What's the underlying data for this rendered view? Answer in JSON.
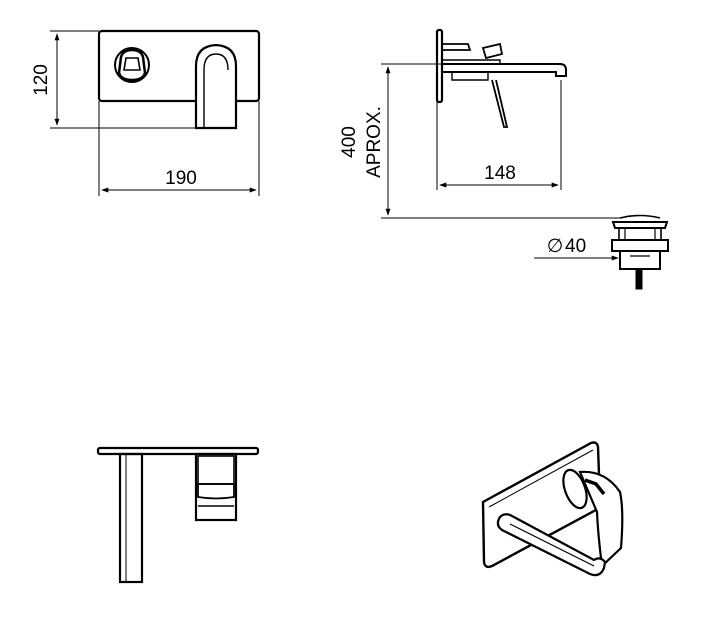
{
  "dimensions": {
    "height_front": "120",
    "width_front": "190",
    "height_side": "400",
    "height_side_note": "APROX.",
    "spout_length": "148",
    "waste_diameter_symbol": "∅",
    "waste_diameter": "40"
  },
  "views": [
    "front-view",
    "side-view",
    "waste-valve",
    "top-view",
    "isometric-view"
  ]
}
